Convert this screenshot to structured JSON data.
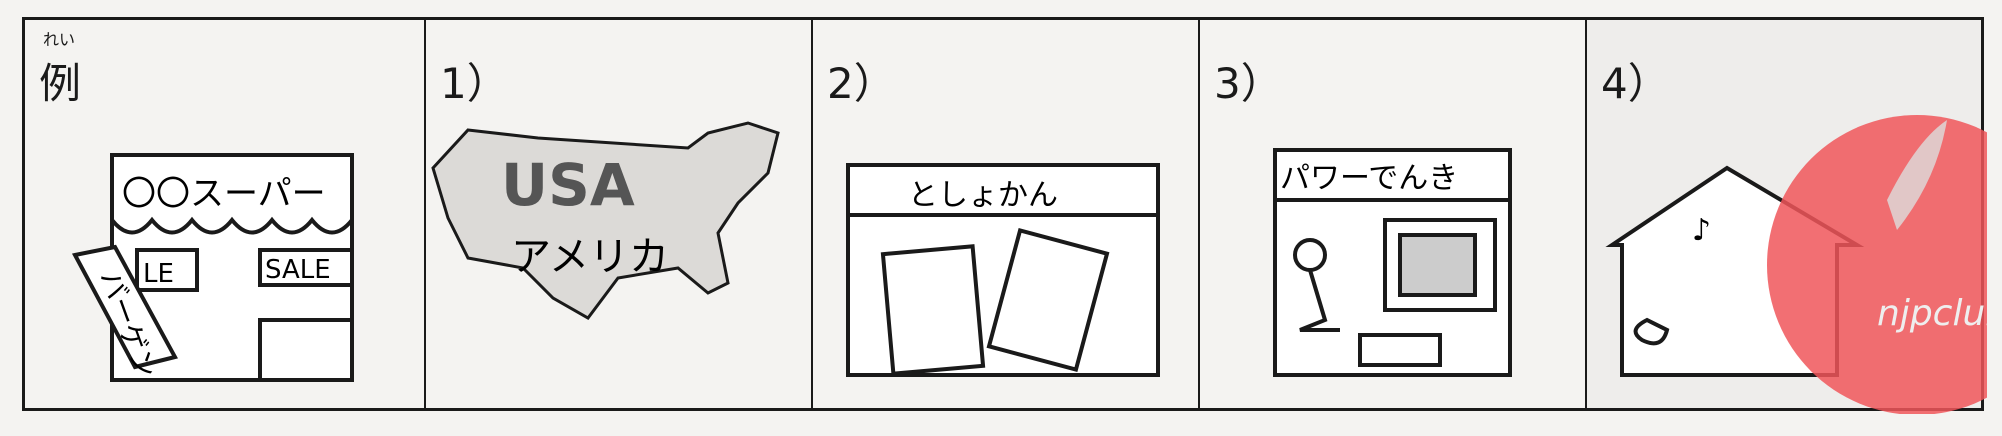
{
  "panels": [
    {
      "label": "例",
      "ruby": "れい",
      "sign": "〇〇スーパー",
      "sale_left": "LE",
      "sale_right": "SALE",
      "banner": "バーゲン"
    },
    {
      "label": "1）",
      "map_title": "USA",
      "map_sub": "アメリカ"
    },
    {
      "label": "2）",
      "sign": "としょかん"
    },
    {
      "label": "3）",
      "sign": "パワーでんき"
    },
    {
      "label": "4）"
    }
  ],
  "watermark": {
    "text": "njpclub",
    "color": "#f0565a"
  }
}
